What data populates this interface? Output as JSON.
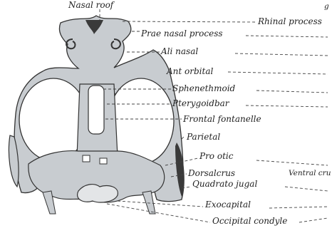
{
  "labels": {
    "nasal_roof": "Nasal roof",
    "rhinal_process": "Rhinal process",
    "prae_nasal_process": "Prae nasal process",
    "ali_nasal": "Ali nasal",
    "ant_orbital": "Ant orbital",
    "sphenethmoid": "Sphenethmoid",
    "pterygoidbar": "Pterygoidbar",
    "frontal_fontanelle": "Frontal fontanelle",
    "parietal": "Parietal",
    "pro_otic": "Pro otic",
    "dorsal_crus": "Dorsalcrus",
    "ventral_crus": "Ventral cru",
    "quadrato_jugal": "Quadrato jugal",
    "exoccipital": "Exocapital",
    "occipital_condyle": "Occipital condyle",
    "corner_mark": "g"
  },
  "colors": {
    "cartilage": "#c8ccd0",
    "bone_dark": "#3a3a3a",
    "line": "#444444"
  }
}
